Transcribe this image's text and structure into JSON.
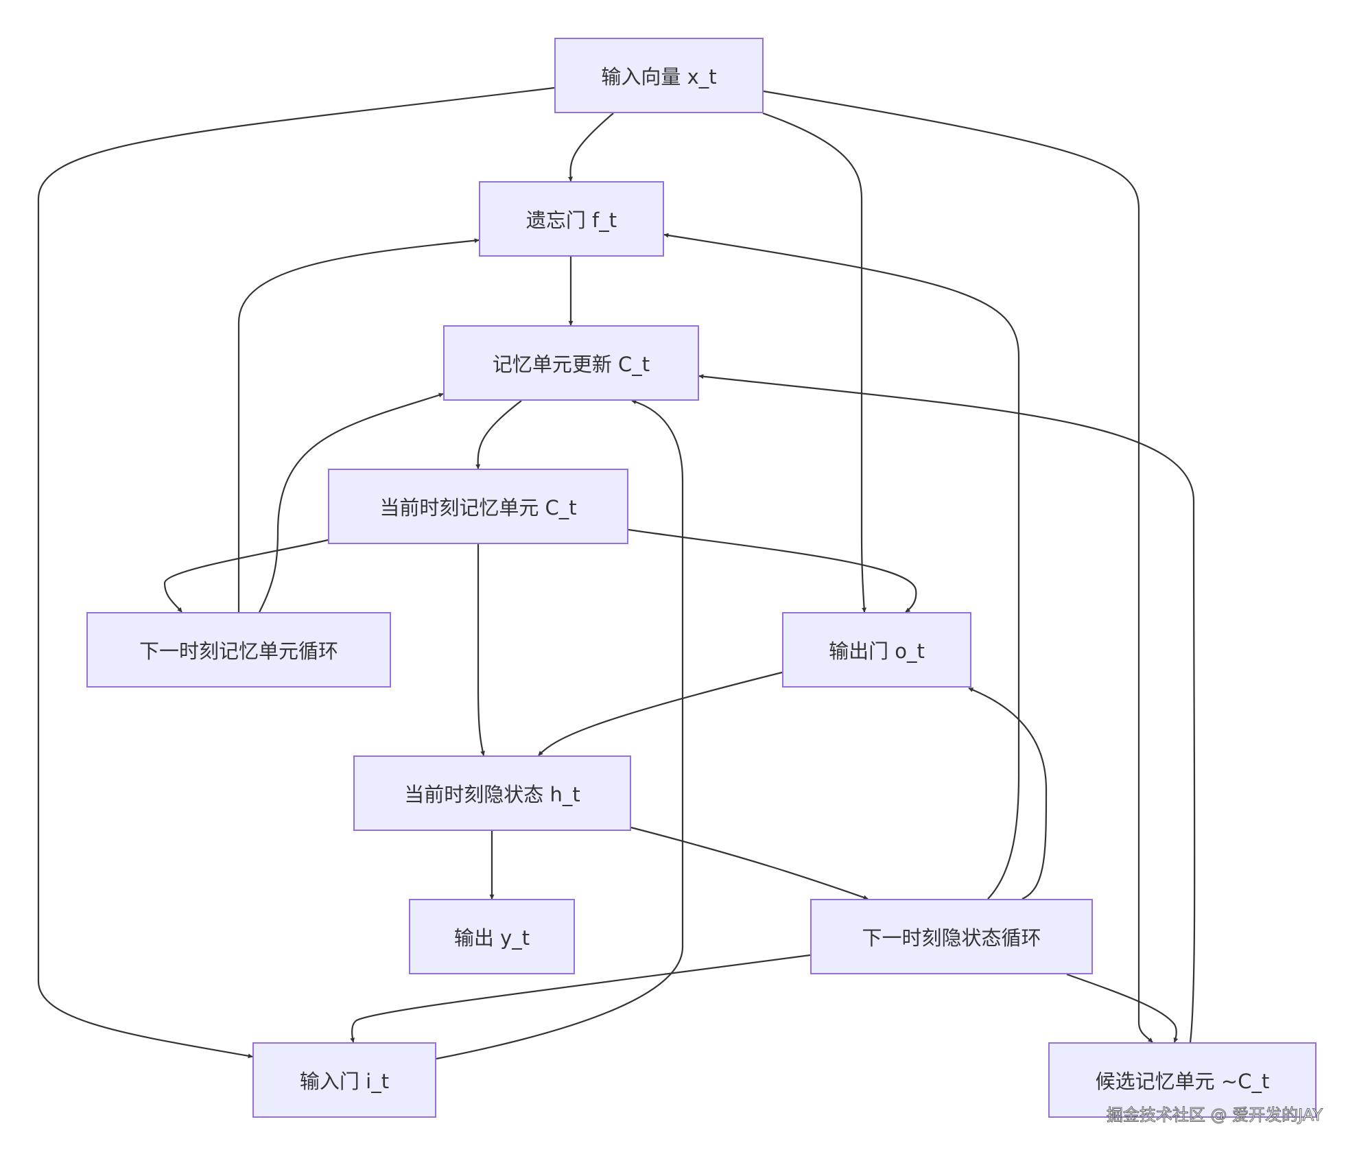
{
  "nodes": {
    "xt": "输入向量 x_t",
    "ft": "遗忘门 f_t",
    "update": "记忆单元更新 C_t",
    "cur_c": "当前时刻记忆单元 C_t",
    "next_c": "下一时刻记忆单元循环",
    "ot": "输出门 o_t",
    "ht": "当前时刻隐状态 h_t",
    "yt": "输出 y_t",
    "next_h": "下一时刻隐状态循环",
    "it": "输入门 i_t",
    "cand": "候选记忆单元 ~C_t"
  },
  "edges": [
    {
      "from": "xt",
      "to": "ft"
    },
    {
      "from": "xt",
      "to": "it"
    },
    {
      "from": "xt",
      "to": "cand"
    },
    {
      "from": "xt",
      "to": "ot"
    },
    {
      "from": "ft",
      "to": "update"
    },
    {
      "from": "it",
      "to": "update"
    },
    {
      "from": "cand",
      "to": "update"
    },
    {
      "from": "update",
      "to": "cur_c"
    },
    {
      "from": "cur_c",
      "to": "next_c"
    },
    {
      "from": "cur_c",
      "to": "ot"
    },
    {
      "from": "cur_c",
      "to": "ht"
    },
    {
      "from": "next_c",
      "to": "ft"
    },
    {
      "from": "next_c",
      "to": "update"
    },
    {
      "from": "ot",
      "to": "ht"
    },
    {
      "from": "ht",
      "to": "yt"
    },
    {
      "from": "ht",
      "to": "next_h"
    },
    {
      "from": "next_h",
      "to": "ft"
    },
    {
      "from": "next_h",
      "to": "ot"
    },
    {
      "from": "next_h",
      "to": "it"
    },
    {
      "from": "next_h",
      "to": "cand"
    }
  ],
  "colors": {
    "node_fill": "#ECECFF",
    "node_border": "#9370DB",
    "edge": "#333333",
    "text": "#333333"
  },
  "watermark": "掘金技术社区 @ 爱开发的JAY"
}
